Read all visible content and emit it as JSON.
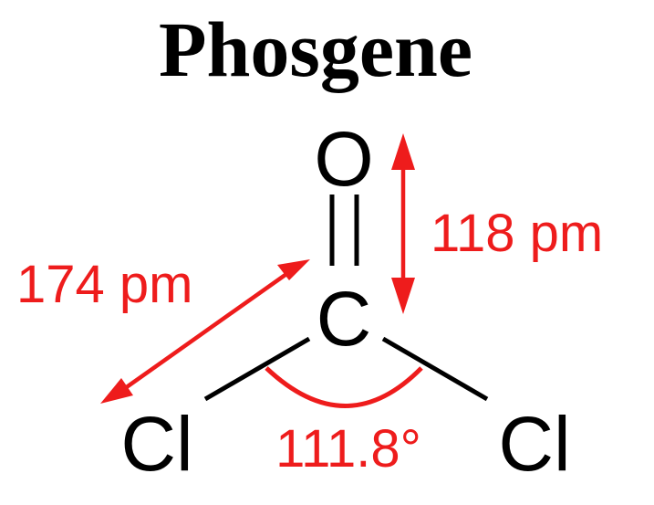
{
  "title": "Phosgene",
  "atoms": {
    "oxygen": "O",
    "carbon": "C",
    "chlorine_left": "Cl",
    "chlorine_right": "Cl"
  },
  "measurements": {
    "co_bond_length": "118 pm",
    "ccl_bond_length": "174 pm",
    "clccl_angle": "111.8°"
  },
  "colors": {
    "atoms": "#000000",
    "measurements": "#ee1c1c"
  }
}
